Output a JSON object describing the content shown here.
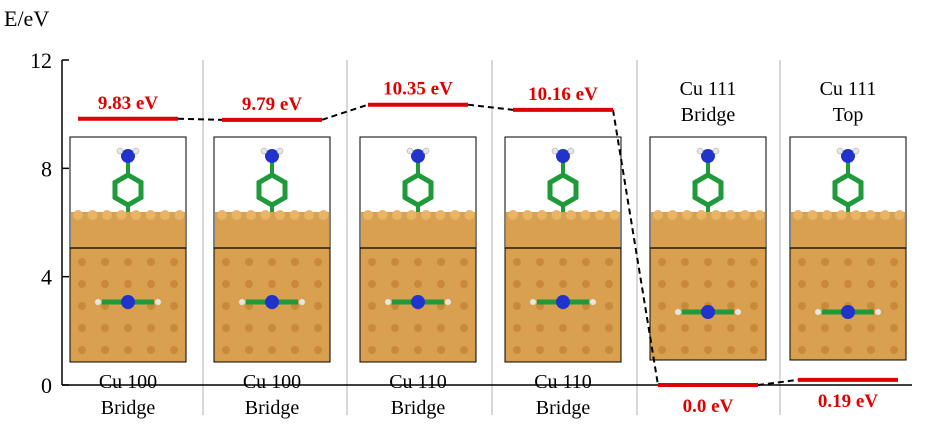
{
  "chart_data": {
    "type": "energy-level-diagram",
    "ylabel": "E/eV",
    "ylim": [
      0,
      12
    ],
    "yticks": [
      0,
      4,
      8,
      12
    ],
    "colors": {
      "level": "#e00000",
      "axis": "#000000",
      "connector": "#000000",
      "divider": "#cccccc",
      "copper": "#d9a050",
      "carbon": "#1f9a3a",
      "nitrogen": "#2233cc",
      "hydrogen": "#e6e6e6"
    },
    "levels": [
      {
        "surface": "Cu 100",
        "site": "Bridge",
        "energy": 9.83,
        "label": "9.83 eV",
        "label_position": "above"
      },
      {
        "surface": "Cu 100",
        "site": "Bridge",
        "energy": 9.79,
        "label": "9.79 eV",
        "label_position": "above"
      },
      {
        "surface": "Cu 110",
        "site": "Bridge",
        "energy": 10.35,
        "label": "10.35 eV",
        "label_position": "above"
      },
      {
        "surface": "Cu 110",
        "site": "Bridge",
        "energy": 10.16,
        "label": "10.16 eV",
        "label_position": "above"
      },
      {
        "surface": "Cu 111",
        "site": "Bridge",
        "energy": 0.0,
        "label": "0.0 eV",
        "label_position": "below"
      },
      {
        "surface": "Cu 111",
        "site": "Top",
        "energy": 0.19,
        "label": "0.19 eV",
        "label_position": "below"
      }
    ],
    "panel_pictures": [
      "adsorption-structure-cu100-bridge-a",
      "adsorption-structure-cu100-bridge-b",
      "adsorption-structure-cu110-bridge-a",
      "adsorption-structure-cu110-bridge-b",
      "adsorption-structure-cu111-bridge",
      "adsorption-structure-cu111-top"
    ]
  }
}
